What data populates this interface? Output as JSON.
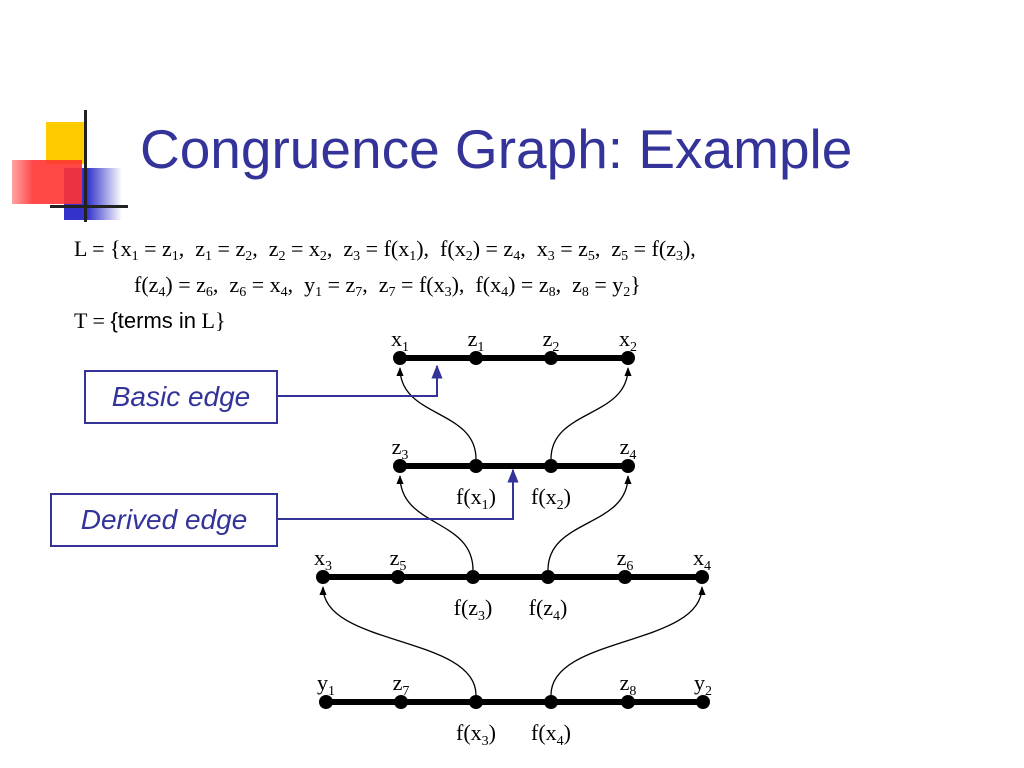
{
  "slide": {
    "title": "Congruence Graph: Example",
    "L_line1_html": "L = {x<sub>1</sub> = z<sub>1</sub>,&nbsp; z<sub>1</sub> = z<sub>2</sub>,&nbsp; z<sub>2</sub> = x<sub>2</sub>,&nbsp; z<sub>3</sub> = f(x<sub>1</sub>),&nbsp; f(x<sub>2</sub>) = z<sub>4</sub>,&nbsp; x<sub>3</sub> = z<sub>5</sub>,&nbsp; z<sub>5</sub> = f(z<sub>3</sub>),",
    "L_line2_html": "f(z<sub>4</sub>) = z<sub>6</sub>,&nbsp; z<sub>6</sub> = x<sub>4</sub>,&nbsp; y<sub>1</sub> = z<sub>7</sub>,&nbsp; z<sub>7</sub> = f(x<sub>3</sub>),&nbsp; f(x<sub>4</sub>) = z<sub>8</sub>,&nbsp; z<sub>8</sub> = y<sub>2</sub>}",
    "T_line_html": "T = <span class=\"sans\">{terms in</span> L}",
    "callouts": {
      "basic": "Basic edge",
      "derived": "Derived edge"
    },
    "colors": {
      "title": "#333399",
      "callout": "#333399",
      "deco_yellow": "#ffcc00",
      "deco_blue": "#3333cc",
      "deco_red": "#ff3333"
    }
  },
  "graph": {
    "rows": [
      {
        "nodes": [
          {
            "id": "x1",
            "base": "x",
            "sub": "1",
            "label_pos": "above"
          },
          {
            "id": "z1",
            "base": "z",
            "sub": "1",
            "label_pos": "above"
          },
          {
            "id": "z2",
            "base": "z",
            "sub": "2",
            "label_pos": "above"
          },
          {
            "id": "x2",
            "base": "x",
            "sub": "2",
            "label_pos": "above"
          }
        ]
      },
      {
        "nodes": [
          {
            "id": "z3",
            "base": "z",
            "sub": "3",
            "label_pos": "above"
          },
          {
            "id": "fx1",
            "base": "f(x",
            "sub": "1",
            "suffix": ")",
            "label_pos": "below"
          },
          {
            "id": "fx2",
            "base": "f(x",
            "sub": "2",
            "suffix": ")",
            "label_pos": "below"
          },
          {
            "id": "z4",
            "base": "z",
            "sub": "4",
            "label_pos": "above"
          }
        ]
      },
      {
        "nodes": [
          {
            "id": "x3",
            "base": "x",
            "sub": "3",
            "label_pos": "above"
          },
          {
            "id": "z5",
            "base": "z",
            "sub": "5",
            "label_pos": "above"
          },
          {
            "id": "fz3",
            "base": "f(z",
            "sub": "3",
            "suffix": ")",
            "label_pos": "below"
          },
          {
            "id": "fz4",
            "base": "f(z",
            "sub": "4",
            "suffix": ")",
            "label_pos": "below"
          },
          {
            "id": "z6",
            "base": "z",
            "sub": "6",
            "label_pos": "above"
          },
          {
            "id": "x4",
            "base": "x",
            "sub": "4",
            "label_pos": "above"
          }
        ]
      },
      {
        "nodes": [
          {
            "id": "y1",
            "base": "y",
            "sub": "1",
            "label_pos": "above"
          },
          {
            "id": "z7",
            "base": "z",
            "sub": "7",
            "label_pos": "above"
          },
          {
            "id": "fx3",
            "base": "f(x",
            "sub": "3",
            "suffix": ")",
            "label_pos": "below"
          },
          {
            "id": "fx4",
            "base": "f(x",
            "sub": "4",
            "suffix": ")",
            "label_pos": "below"
          },
          {
            "id": "z8",
            "base": "z",
            "sub": "8",
            "label_pos": "above"
          },
          {
            "id": "y2",
            "base": "y",
            "sub": "2",
            "label_pos": "above"
          }
        ]
      }
    ],
    "edges": [
      [
        "x1",
        "z1"
      ],
      [
        "z1",
        "z2"
      ],
      [
        "z2",
        "x2"
      ],
      [
        "z3",
        "fx1"
      ],
      [
        "fx1",
        "fx2"
      ],
      [
        "fx2",
        "z4"
      ],
      [
        "x3",
        "z5"
      ],
      [
        "z5",
        "fz3"
      ],
      [
        "fz3",
        "fz4"
      ],
      [
        "fz4",
        "z6"
      ],
      [
        "z6",
        "x4"
      ],
      [
        "y1",
        "z7"
      ],
      [
        "z7",
        "fx3"
      ],
      [
        "fx3",
        "fx4"
      ],
      [
        "fx4",
        "z8"
      ],
      [
        "z8",
        "y2"
      ]
    ],
    "justifications": [
      {
        "from": "fx1",
        "to": "x1"
      },
      {
        "from": "fx2",
        "to": "x2"
      },
      {
        "from": "fz3",
        "to": "z3"
      },
      {
        "from": "fz4",
        "to": "z4"
      },
      {
        "from": "fx3",
        "to": "x3"
      },
      {
        "from": "fx4",
        "to": "x4"
      }
    ]
  }
}
